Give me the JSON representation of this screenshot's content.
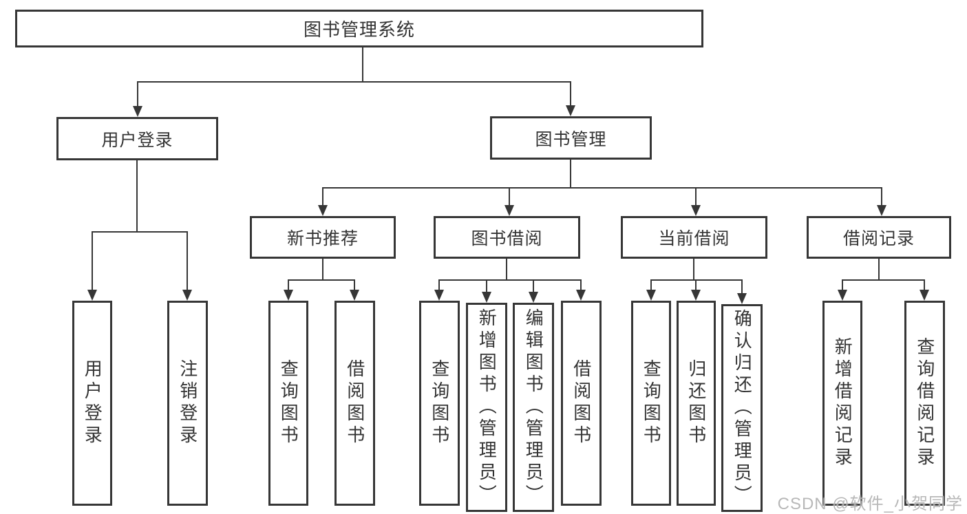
{
  "nodes": {
    "root": {
      "label": "图书管理系统"
    },
    "user_login": {
      "label": "用户登录"
    },
    "book_management": {
      "label": "图书管理"
    },
    "new_book_recommend": {
      "label": "新书推荐"
    },
    "book_borrow": {
      "label": "图书借阅"
    },
    "current_borrow": {
      "label": "当前借阅"
    },
    "borrow_records": {
      "label": "借阅记录"
    },
    "leaf_user_login": {
      "label": "用户登录"
    },
    "leaf_logout_login": {
      "label": "注销登录"
    },
    "leaf_rec_query_books": {
      "label": "查询图书"
    },
    "leaf_rec_borrow_books": {
      "label": "借阅图书"
    },
    "leaf_bb_query_books": {
      "label": "查询图书"
    },
    "leaf_bb_add_books": {
      "label": "新增图书（管理员）"
    },
    "leaf_bb_edit_books": {
      "label": "编辑图书（管理员）"
    },
    "leaf_bb_borrow_books": {
      "label": "借阅图书"
    },
    "leaf_cb_query_books": {
      "label": "查询图书"
    },
    "leaf_cb_return_books": {
      "label": "归还图书"
    },
    "leaf_cb_confirm_return": {
      "label": "确认归还（管理员）"
    },
    "leaf_br_add_record": {
      "label": "新增借阅记录"
    },
    "leaf_br_query_record": {
      "label": "查询借阅记录"
    }
  },
  "hierarchy": {
    "id": "root",
    "children": [
      {
        "id": "user_login",
        "children": [
          {
            "id": "leaf_user_login"
          },
          {
            "id": "leaf_logout_login"
          }
        ]
      },
      {
        "id": "book_management",
        "children": [
          {
            "id": "new_book_recommend",
            "children": [
              {
                "id": "leaf_rec_query_books"
              },
              {
                "id": "leaf_rec_borrow_books"
              }
            ]
          },
          {
            "id": "book_borrow",
            "children": [
              {
                "id": "leaf_bb_query_books"
              },
              {
                "id": "leaf_bb_add_books"
              },
              {
                "id": "leaf_bb_edit_books"
              },
              {
                "id": "leaf_bb_borrow_books"
              }
            ]
          },
          {
            "id": "current_borrow",
            "children": [
              {
                "id": "leaf_cb_query_books"
              },
              {
                "id": "leaf_cb_return_books"
              },
              {
                "id": "leaf_cb_confirm_return"
              }
            ]
          },
          {
            "id": "borrow_records",
            "children": [
              {
                "id": "leaf_br_add_record"
              },
              {
                "id": "leaf_br_query_record"
              }
            ]
          }
        ]
      }
    ]
  },
  "watermark": {
    "text": "CSDN @软件_小贺同学"
  },
  "colors": {
    "background": "#ffffff",
    "line": "#363636",
    "box_border": "#363636",
    "text": "#333333",
    "watermark": "#acacac"
  }
}
